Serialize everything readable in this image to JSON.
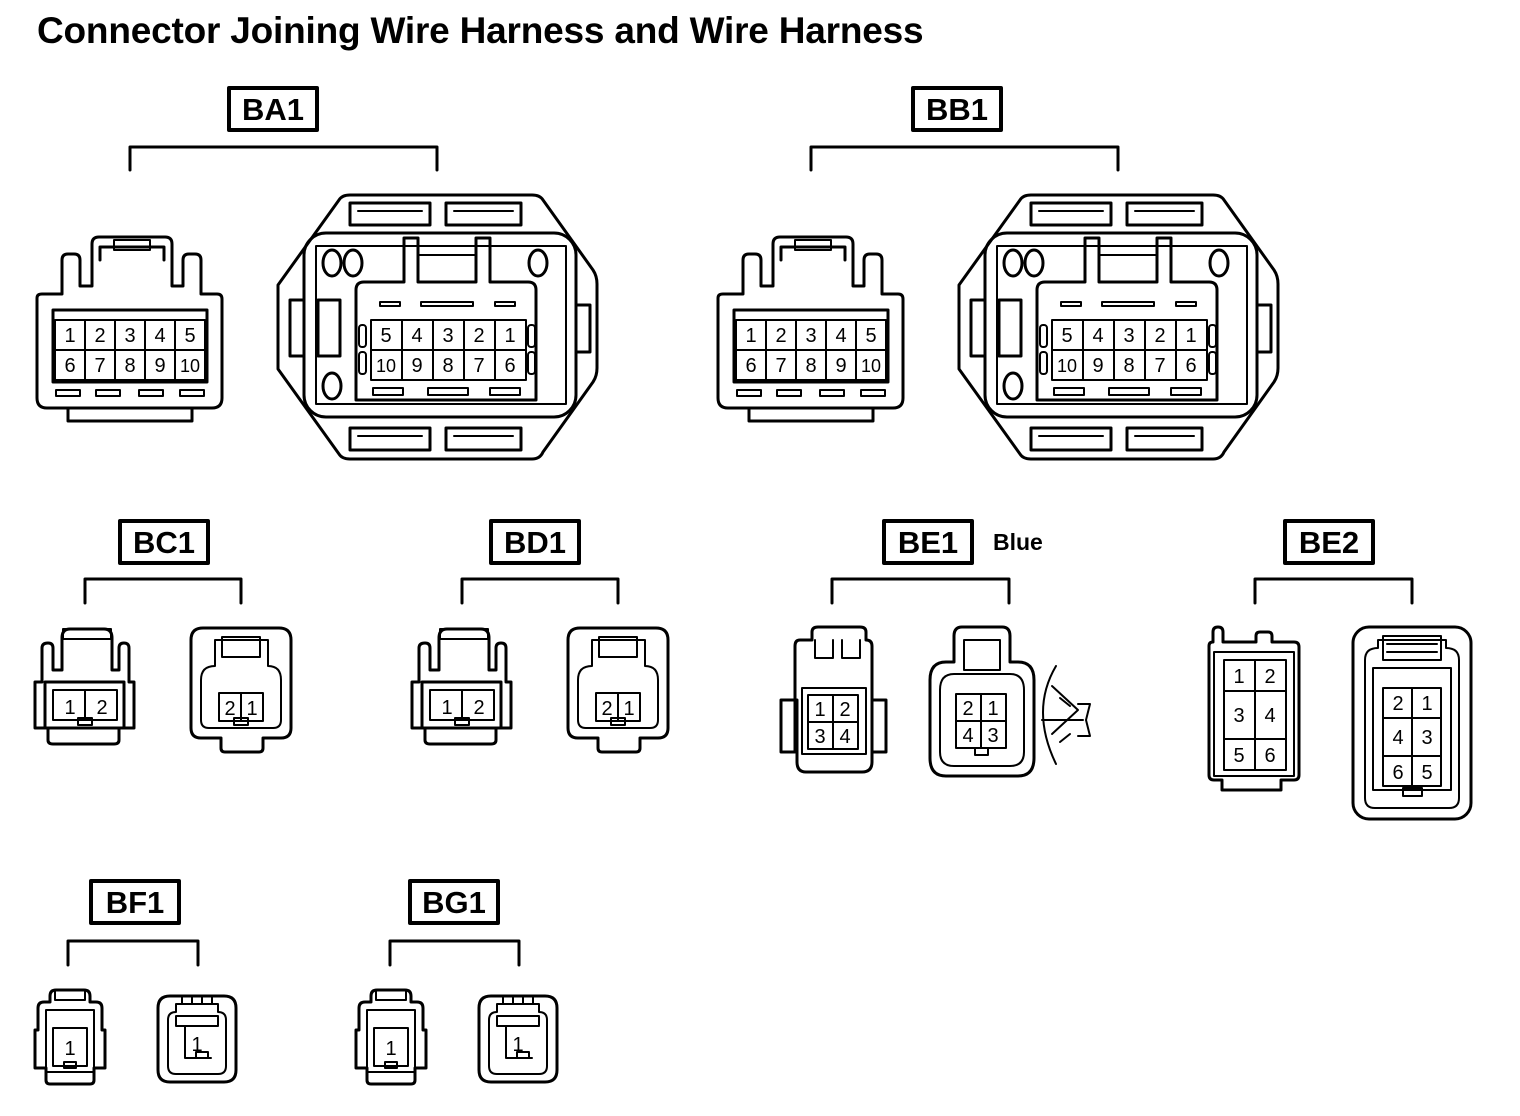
{
  "page": {
    "title": "Connector Joining Wire Harness and Wire Harness"
  },
  "connectors": {
    "ba1": {
      "label": "BA1",
      "male_pins": [
        "1",
        "2",
        "3",
        "4",
        "5",
        "6",
        "7",
        "8",
        "9",
        "10"
      ],
      "female_pins": [
        "5",
        "4",
        "3",
        "2",
        "1",
        "10",
        "9",
        "8",
        "7",
        "6"
      ]
    },
    "bb1": {
      "label": "BB1",
      "male_pins": [
        "1",
        "2",
        "3",
        "4",
        "5",
        "6",
        "7",
        "8",
        "9",
        "10"
      ],
      "female_pins": [
        "5",
        "4",
        "3",
        "2",
        "1",
        "10",
        "9",
        "8",
        "7",
        "6"
      ]
    },
    "bc1": {
      "label": "BC1",
      "male_pins": [
        "1",
        "2"
      ],
      "female_pins": [
        "2",
        "1"
      ]
    },
    "bd1": {
      "label": "BD1",
      "male_pins": [
        "1",
        "2"
      ],
      "female_pins": [
        "2",
        "1"
      ]
    },
    "be1": {
      "label": "BE1",
      "color_note": "Blue",
      "male_pins": [
        "1",
        "2",
        "3",
        "4"
      ],
      "female_pins": [
        "2",
        "1",
        "4",
        "3"
      ]
    },
    "be2": {
      "label": "BE2",
      "male_pins": [
        "1",
        "2",
        "3",
        "4",
        "5",
        "6"
      ],
      "female_pins": [
        "2",
        "1",
        "4",
        "3",
        "6",
        "5"
      ]
    },
    "bf1": {
      "label": "BF1",
      "male_pins": [
        "1"
      ],
      "female_pins": [
        "1"
      ]
    },
    "bg1": {
      "label": "BG1",
      "male_pins": [
        "1"
      ],
      "female_pins": [
        "1"
      ]
    }
  },
  "colors": {
    "line": "#000000",
    "background": "#ffffff"
  }
}
